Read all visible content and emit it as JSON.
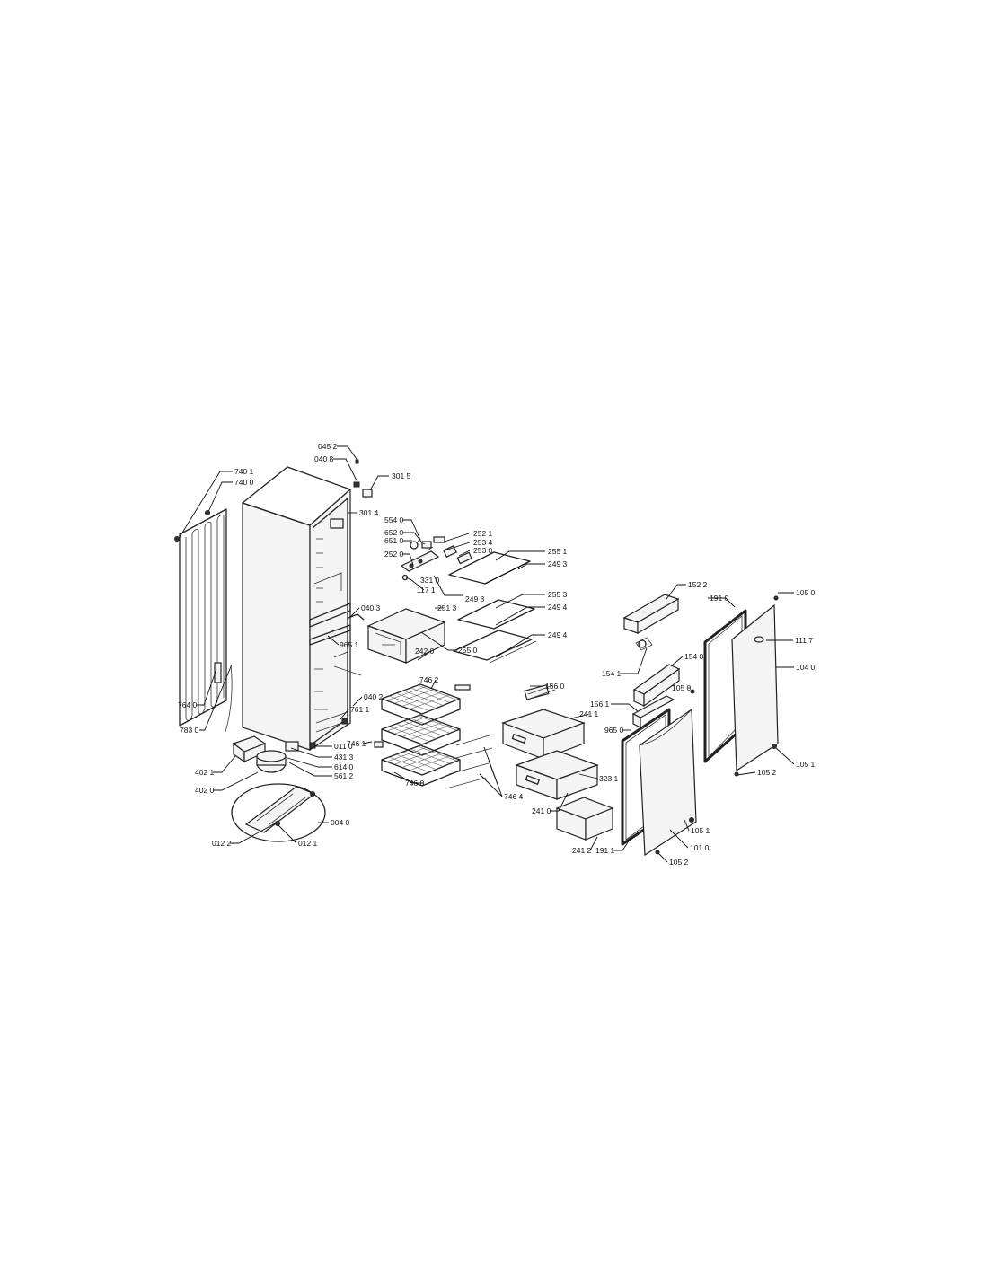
{
  "labels": {
    "c0452": "045 2",
    "c0408": "040 8",
    "c3015": "301 5",
    "c3014": "301 4",
    "c7401": "740 1",
    "c7400": "740 0",
    "c7640": "764 0",
    "c7830": "783 0",
    "c5540": "554 0",
    "c6520": "652 0",
    "c6510": "651 0",
    "c2520": "252 0",
    "c3310": "331 0",
    "c1171": "117 1",
    "c2521": "252 1",
    "c2534": "253 4",
    "c2530": "253 0",
    "c2551": "255 1",
    "c2493": "249 3",
    "c2498": "249 8",
    "c2553": "255 3",
    "c2494a": "249 4",
    "c2494b": "249 4",
    "c2550": "255 0",
    "c2513": "251 3",
    "c0403": "040 3",
    "c2420": "242 0",
    "c9651": "965 1",
    "c7462": "746 2",
    "c0402": "040 2",
    "c7611": "761 1",
    "c7461": "746 1",
    "c0110": "011 0",
    "c4313": "431 3",
    "c6140": "614 0",
    "c5612": "561 2",
    "c4021": "402 1",
    "c4020": "402 0",
    "c7460": "746 0",
    "c0040": "004 0",
    "c0122": "012 2",
    "c0121": "012 1",
    "c1560": "156 0",
    "c7464": "746 4",
    "c2411": "241 1",
    "c2410": "241 0",
    "c3231": "323 1",
    "c2412": "241 2",
    "c1522": "152 2",
    "c1541": "154 1",
    "c1540": "154 0",
    "c1561": "156 1",
    "c9650": "965 0",
    "c1050a": "105 0",
    "c1911": "191 1",
    "c1010": "101 0",
    "c1052a": "105 2",
    "c1051a": "105 1",
    "c1910": "191 0",
    "c1050b": "105 0",
    "c1117": "111 7",
    "c1040": "104 0",
    "c1051b": "105 1",
    "c1052b": "105 2"
  }
}
